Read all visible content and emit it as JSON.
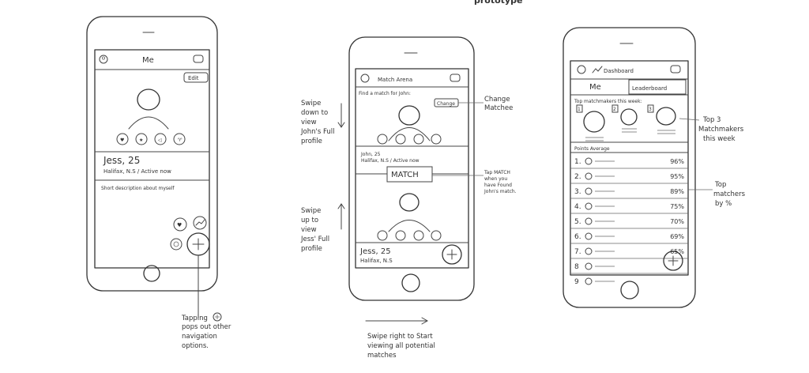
{
  "header_fragment": "prototype",
  "phone1": {
    "title": "Me",
    "edit_button": "Edit",
    "name": "Jess, 25",
    "location": "Halifax, N.S / Active now",
    "description": "Short description about myself"
  },
  "phone2": {
    "title": "Match Arena",
    "find_text": "Find a match for John:",
    "change_button": "Change",
    "john_name": "John, 25",
    "john_location": "Halifax, N.S / Active now",
    "match_button": "MATCH",
    "jess_name": "Jess, 25",
    "jess_location": "Halifax, N.S"
  },
  "phone3": {
    "title": "Dashboard",
    "tabs": [
      "Me",
      "Leaderboard"
    ],
    "top_title": "Top matchmakers this week:",
    "badges": [
      "1",
      "2",
      "3"
    ],
    "points_title": "Points Average",
    "rows": [
      {
        "rank": "1.",
        "pct": "96%"
      },
      {
        "rank": "2.",
        "pct": "95%"
      },
      {
        "rank": "3.",
        "pct": "89%"
      },
      {
        "rank": "4.",
        "pct": "75%"
      },
      {
        "rank": "5.",
        "pct": "70%"
      },
      {
        "rank": "6.",
        "pct": "69%"
      },
      {
        "rank": "7.",
        "pct": "65%"
      },
      {
        "rank": "8",
        "pct": ""
      },
      {
        "rank": "9",
        "pct": ""
      }
    ]
  },
  "annotations": {
    "swipe_down": [
      "Swipe",
      "down to",
      "view",
      "John's Full",
      "profile"
    ],
    "change_matchee": [
      "Change",
      "Matchee"
    ],
    "tap_match": [
      "Tap MATCH",
      "when you",
      "have Found",
      "John's match."
    ],
    "swipe_up": [
      "Swipe",
      "up to",
      "view",
      "Jess' Full",
      "profile"
    ],
    "swipe_right": [
      "Swipe right to Start",
      "viewing all potential",
      "matches"
    ],
    "tapping": [
      "Tapping",
      "pops out other",
      "navigation",
      "options."
    ],
    "top3": [
      "Top 3",
      "Matchmakers",
      "this week"
    ],
    "top_matchers": [
      "Top",
      "matchers",
      "by %"
    ]
  }
}
